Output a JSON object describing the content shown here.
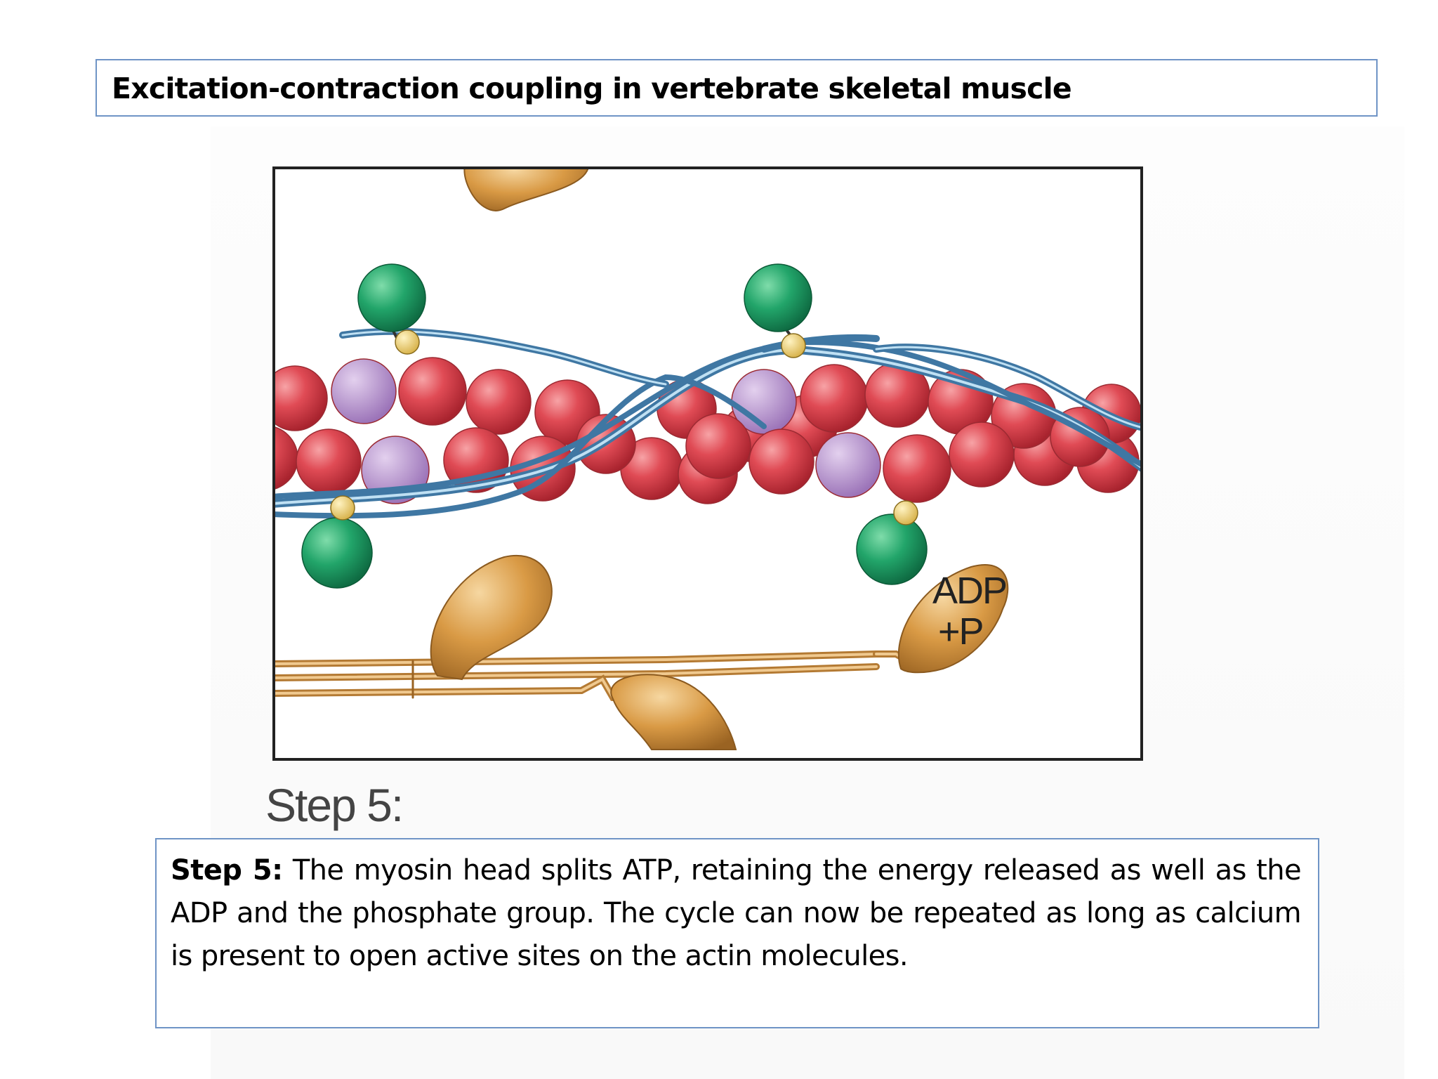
{
  "slide": {
    "title": "Excitation-contraction coupling in vertebrate skeletal muscle"
  },
  "figure": {
    "step_caption": "Step 5:",
    "myosin_label_line1": "ADP",
    "myosin_label_line2": "+P"
  },
  "description": {
    "lead": "Step 5:",
    "body": " The myosin head splits ATP, retaining the energy released as well as the ADP and the phosphate group. The cycle can now be repeated as long as calcium is present to open active sites on the actin molecules."
  },
  "colors": {
    "box_border": "#6f94c6",
    "actin": "#d9424e",
    "active_site": "#b08cc9",
    "troponin": "#1f9a63",
    "tropomyosin": "#5d97c0",
    "myosin": "#d3953f"
  }
}
